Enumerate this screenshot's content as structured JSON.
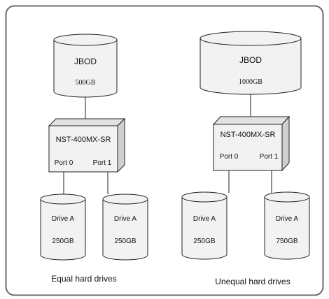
{
  "left": {
    "jbod": {
      "title": "JBOD",
      "capacity": "500GB"
    },
    "device": {
      "model": "NST-400MX-SR",
      "port0": "Port 0",
      "port1": "Port 1"
    },
    "drive_a": {
      "label": "Drive A",
      "size": "250GB"
    },
    "drive_b": {
      "label": "Drive A",
      "size": "250GB"
    },
    "caption": "Equal hard drives"
  },
  "right": {
    "jbod": {
      "title": "JBOD",
      "capacity": "1000GB"
    },
    "device": {
      "model": "NST-400MX-SR",
      "port0": "Port 0",
      "port1": "Port 1"
    },
    "drive_a": {
      "label": "Drive A",
      "size": "250GB"
    },
    "drive_b": {
      "label": "Drive A",
      "size": "750GB"
    },
    "caption": "Unequal hard drives"
  },
  "colors": {
    "stroke": "#222222",
    "frame": "#6a6a6a",
    "fill": "#f2f2f2",
    "cube_top": "#e2e2e2",
    "cube_side": "#cfcfcf"
  }
}
